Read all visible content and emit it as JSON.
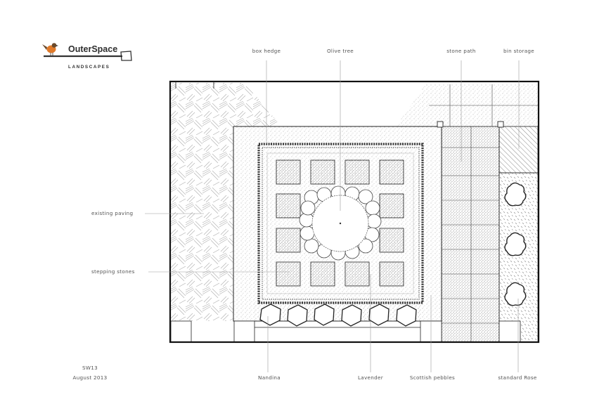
{
  "brand": {
    "name": "OuterSpace",
    "tagline": "LANDSCAPES"
  },
  "labels": {
    "box_hedge": "box hedge",
    "olive_tree": "Olive tree",
    "stone_path": "stone path",
    "bin_storage": "bin storage",
    "existing_paving": "existing paving",
    "stepping_stones": "stepping stones",
    "nandina": "Nandina",
    "lavender": "Lavender",
    "scottish_pebbles": "Scottish pebbles",
    "standard_rose": "standard Rose"
  },
  "meta": {
    "ref": "SW13",
    "date": "August 2013"
  },
  "colors": {
    "robin_orange": "#e07a2a",
    "line": "#222222",
    "leader": "#9a9a9a"
  }
}
